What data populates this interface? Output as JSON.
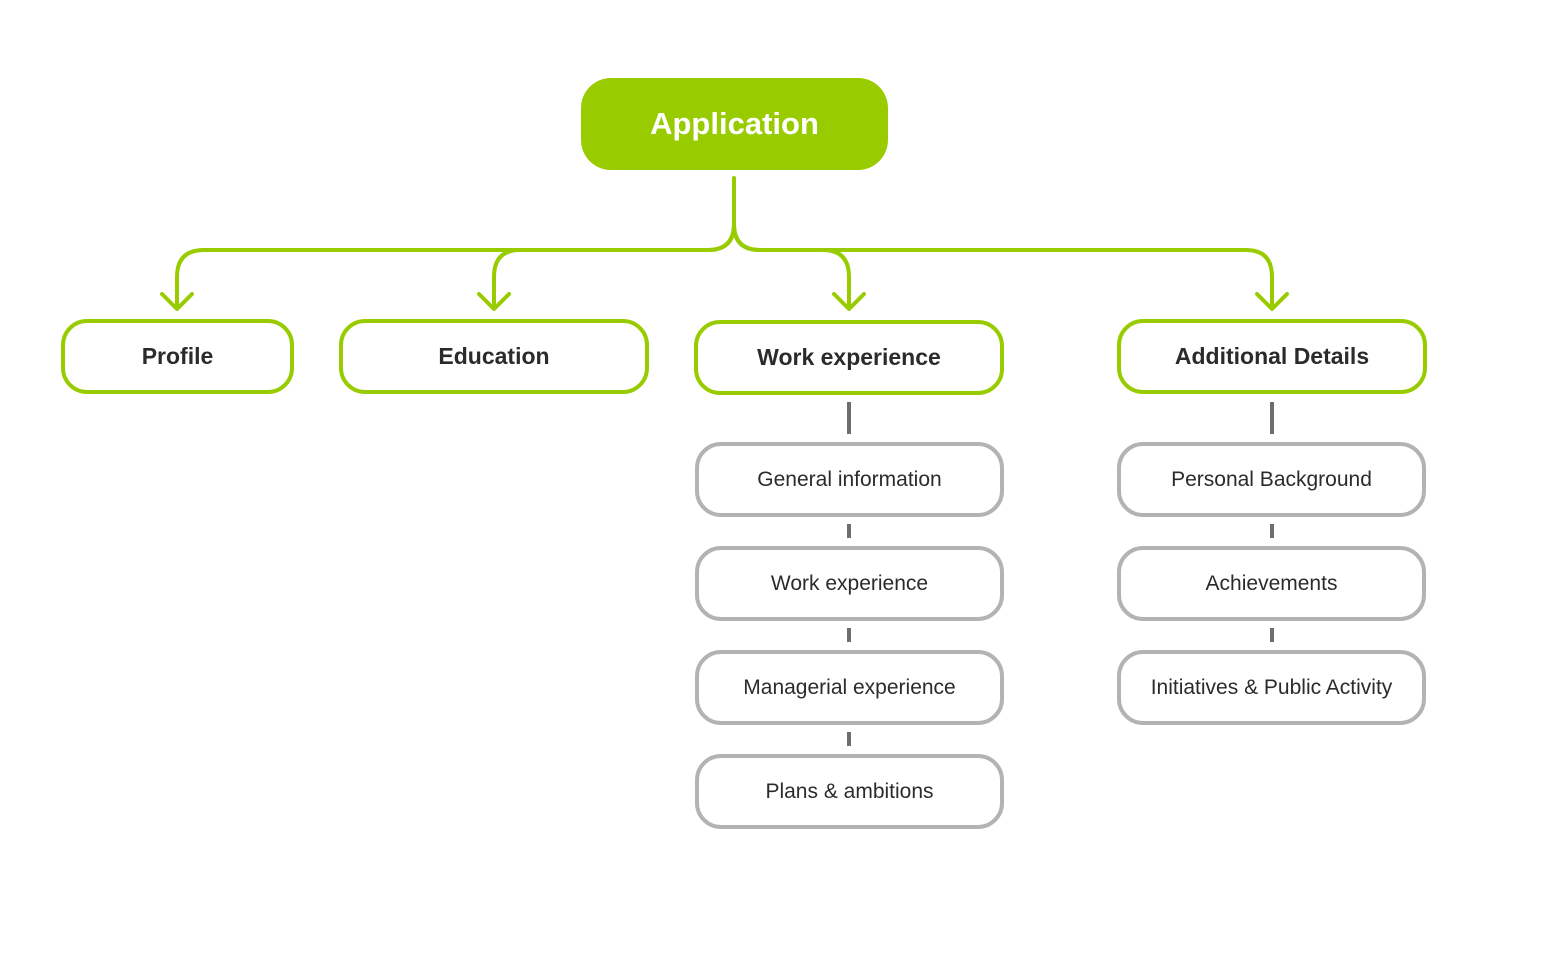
{
  "colors": {
    "accent": "#99cc00",
    "sub_border": "#b3b3b3",
    "dash": "#6e6e6e",
    "text": "#2b2b2b",
    "root_text": "#ffffff"
  },
  "diagram": {
    "root": {
      "label": "Application"
    },
    "categories": [
      {
        "label": "Profile"
      },
      {
        "label": "Education"
      },
      {
        "label": "Work experience"
      },
      {
        "label": "Additional Details"
      }
    ],
    "work_children": [
      {
        "label": "General information"
      },
      {
        "label": "Work experience"
      },
      {
        "label": "Managerial experience"
      },
      {
        "label": "Plans & ambitions"
      }
    ],
    "additional_children": [
      {
        "label": "Personal Background"
      },
      {
        "label": "Achievements"
      },
      {
        "label": "Initiatives & Public Activity"
      }
    ]
  }
}
